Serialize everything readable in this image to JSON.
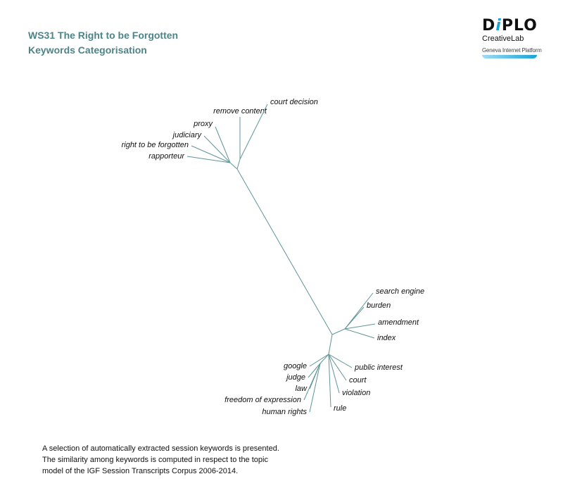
{
  "header": {
    "title_line1": "WS31 The Right  to be Forgotten",
    "title_line2": "Keywords Categorisation"
  },
  "logo": {
    "brand": "DiPLO",
    "sub": "CreativeLab",
    "tagline": "Geneva Internet Platform"
  },
  "colors": {
    "title": "#4e8487",
    "branch": "#5f9598",
    "logo_accent": "#1aa3d6"
  },
  "tree": {
    "keywords": [
      "remove content",
      "court decision",
      "proxy",
      "judiciary",
      "right to be forgotten",
      "rapporteur",
      "burden",
      "search engine",
      "amendment",
      "index",
      "google",
      "judge",
      "law",
      "rule",
      "freedom of expression",
      "human rights",
      "public interest",
      "court",
      "violation"
    ]
  },
  "footer": {
    "line1": "A selection of automatically extracted session keywords is presented.",
    "line2": "The similarity among keywords is computed in respect to the topic",
    "line3": "model of the IGF Session Transcripts Corpus 2006-2014."
  }
}
